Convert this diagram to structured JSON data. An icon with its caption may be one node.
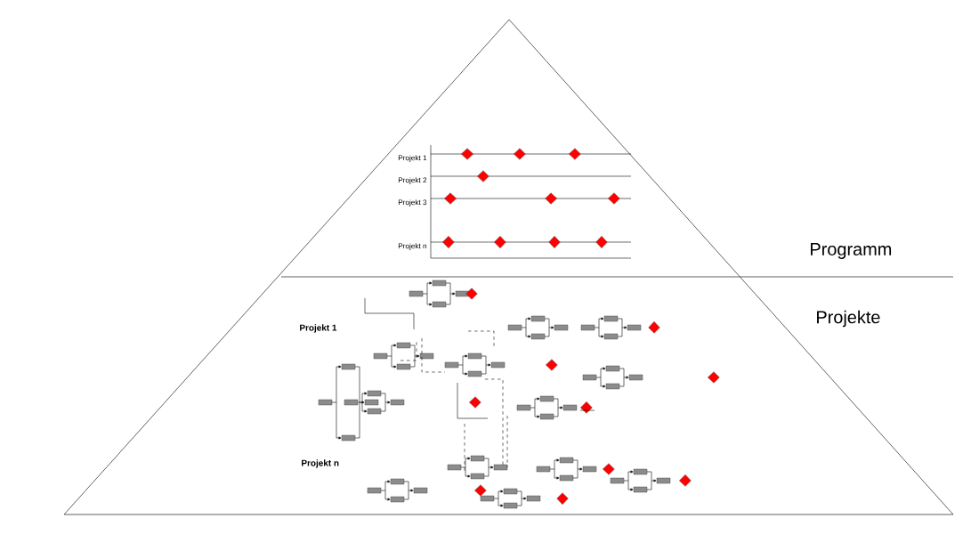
{
  "diagram": {
    "labels": [
      "Projekt 1",
      "Projekt 2",
      "Projekt 3",
      "Projekt n",
      "Programm",
      "Projekte",
      "Projekt 1",
      "Projekt n"
    ]
  }
}
